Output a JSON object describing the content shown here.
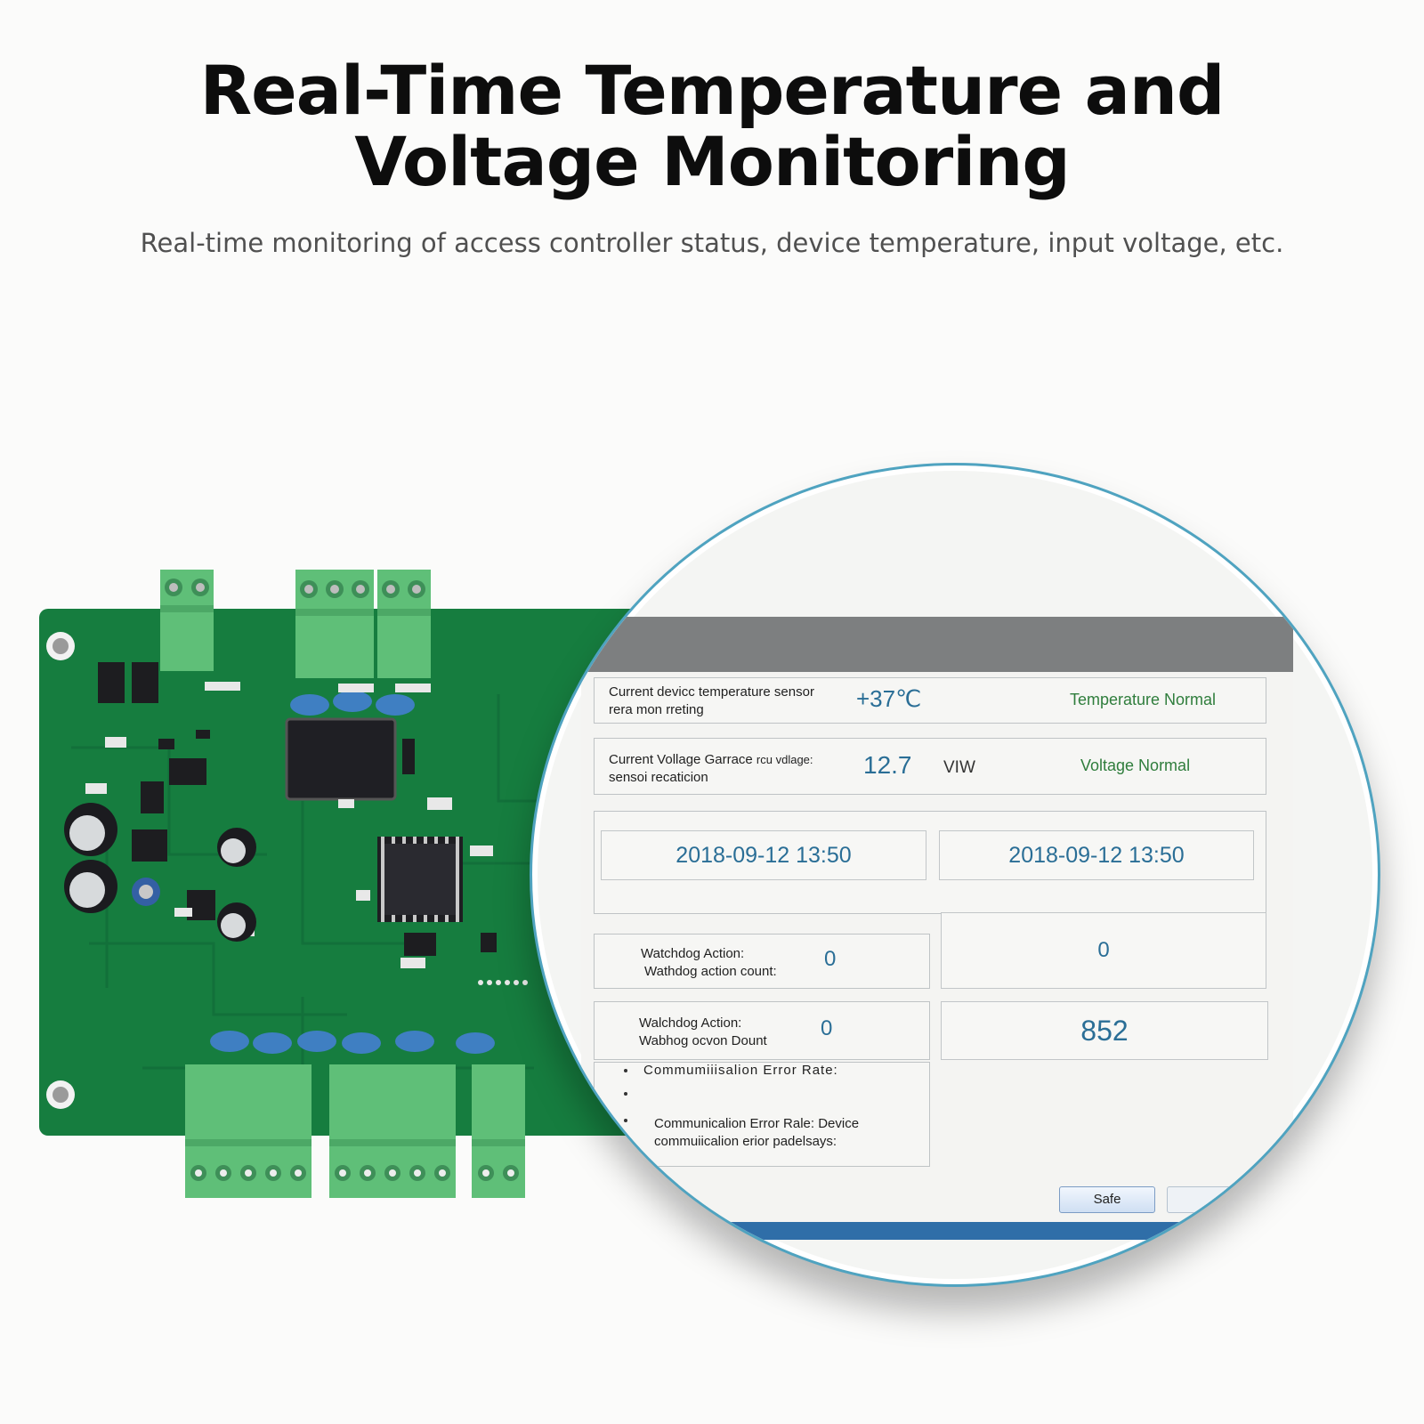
{
  "page": {
    "title_line1": "Real-Time Temperature and",
    "title_line2": "Voltage Monitoring",
    "subtitle": "Real-time monitoring of access controller status, device temperature, input voltage, etc."
  },
  "colors": {
    "pcb_green": "#167d3f",
    "terminal_green": "#5fbf78",
    "capacitor_blue": "#3f7fc2",
    "lens_border": "#4fa3c0",
    "value_blue": "#2a6e96",
    "status_green": "#2f7d3c"
  },
  "monitor": {
    "temperature": {
      "label_line1": "Current devicc temperature sensor",
      "label_line2": "rera mon rreting",
      "value": "+37℃",
      "status": "Temperature Normal"
    },
    "voltage": {
      "label_line1": "Current Vollage Garrace",
      "label_overlap": "rcu vdlage:",
      "label_line2": "sensoi recaticion",
      "value": "12.7",
      "unit": "VIW",
      "status": "Voltage Normal"
    },
    "datetime_left": "2018-09-12  13:50",
    "datetime_right": "2018-09-12  13:50",
    "watchdog1": {
      "label_line1": "Watchdog Action:",
      "label_line2": "Wathdog action count:",
      "value": "0",
      "right_value": "0"
    },
    "watchdog2": {
      "label_line1": "Walchdog Action:",
      "label_line2": "Wabhog ocvon Dount",
      "value": "0",
      "right_value": "852"
    },
    "comm": {
      "line1": "Commumiiisalion Error Rate:",
      "line2": "Communicalion Error Rale: Device",
      "line3": "commuiicalion erior padelsays:"
    },
    "save_button": "Safe"
  }
}
